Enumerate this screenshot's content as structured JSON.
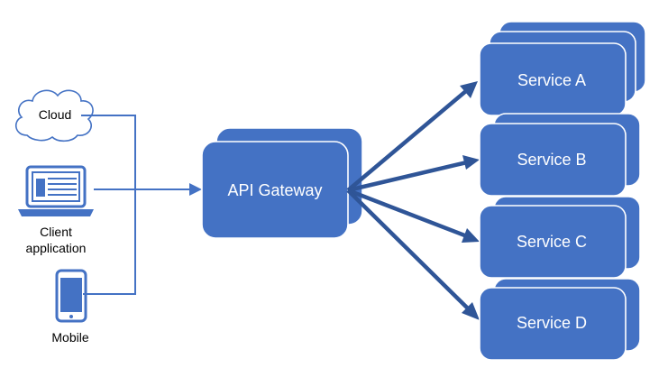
{
  "gateway": {
    "label": "API Gateway"
  },
  "services": [
    {
      "label": "Service A"
    },
    {
      "label": "Service B"
    },
    {
      "label": "Service C"
    },
    {
      "label": "Service D"
    }
  ],
  "clients": {
    "cloud": {
      "label": "Cloud",
      "icon": "cloud-icon"
    },
    "client_app": {
      "line1": "Client",
      "line2": "application",
      "icon": "laptop-icon"
    },
    "mobile": {
      "label": "Mobile",
      "icon": "mobile-phone-icon"
    }
  },
  "colors": {
    "box_fill": "#4472c4",
    "arrow": "#2f5597",
    "connector": "#4472c4",
    "icon_outline": "#4472c4"
  }
}
